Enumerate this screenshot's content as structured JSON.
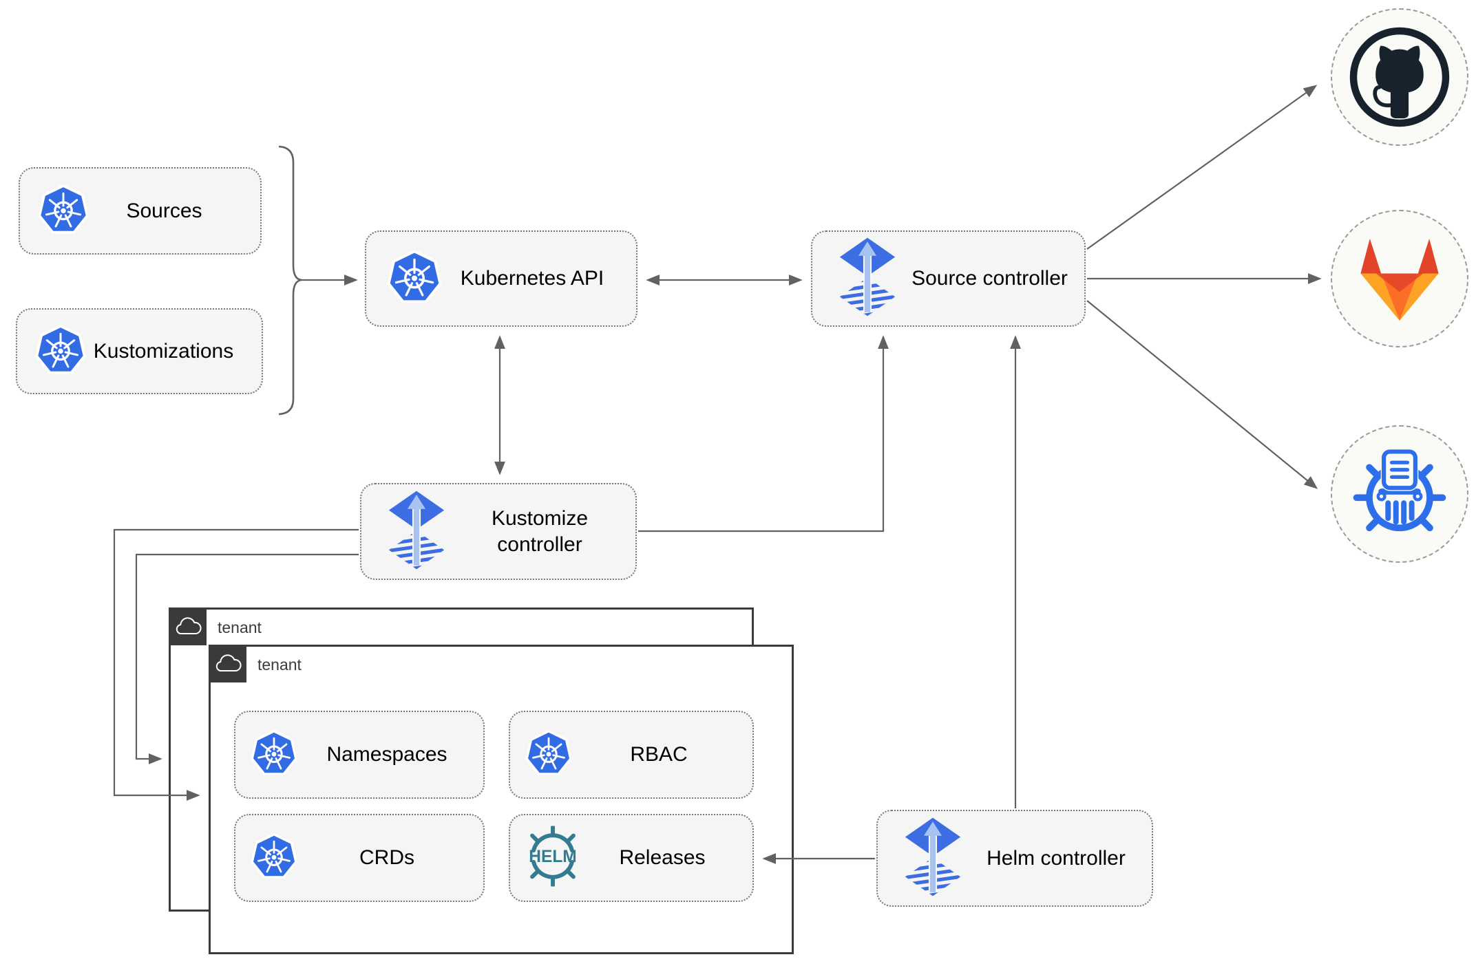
{
  "diagram": {
    "nodes": {
      "sources": {
        "label": "Sources",
        "icon": "kubernetes-icon"
      },
      "kustomizations": {
        "label": "Kustomizations",
        "icon": "kubernetes-icon"
      },
      "kubernetes_api": {
        "label": "Kubernetes API",
        "icon": "kubernetes-icon"
      },
      "source_controller": {
        "label": "Source controller",
        "icon": "flux-icon"
      },
      "kustomize_controller": {
        "label": "Kustomize controller",
        "icon": "flux-icon"
      },
      "helm_controller": {
        "label": "Helm controller",
        "icon": "flux-icon"
      },
      "namespaces": {
        "label": "Namespaces",
        "icon": "kubernetes-icon"
      },
      "rbac": {
        "label": "RBAC",
        "icon": "kubernetes-icon"
      },
      "crds": {
        "label": "CRDs",
        "icon": "kubernetes-icon"
      },
      "releases": {
        "label": "Releases",
        "icon": "helm-icon"
      }
    },
    "tenants": [
      {
        "label": "tenant",
        "icon": "cloud-icon"
      },
      {
        "label": "tenant",
        "icon": "cloud-icon"
      }
    ],
    "remotes": [
      {
        "name": "github",
        "icon": "github-icon"
      },
      {
        "name": "gitlab",
        "icon": "gitlab-icon"
      },
      {
        "name": "helm-repository",
        "icon": "helm-repository-icon"
      }
    ],
    "helm_logo_text": "HELM",
    "colors": {
      "arrow-gray": "#616161",
      "kubernetes-blue": "#326CE5",
      "flux-blue": "#3D6DE2",
      "flux-light": "#A9C3F1",
      "helm-teal": "#327B91",
      "github-dark": "#17222D",
      "gitlab-red": "#E24329",
      "gitlab-orange": "#FC6D26",
      "gitlab-amber": "#FCA326",
      "repo-blue": "#2D6FEA",
      "box-fill": "#F5F5F5",
      "box-border": "#767676",
      "tenant-dark": "#3A3A3A"
    }
  }
}
